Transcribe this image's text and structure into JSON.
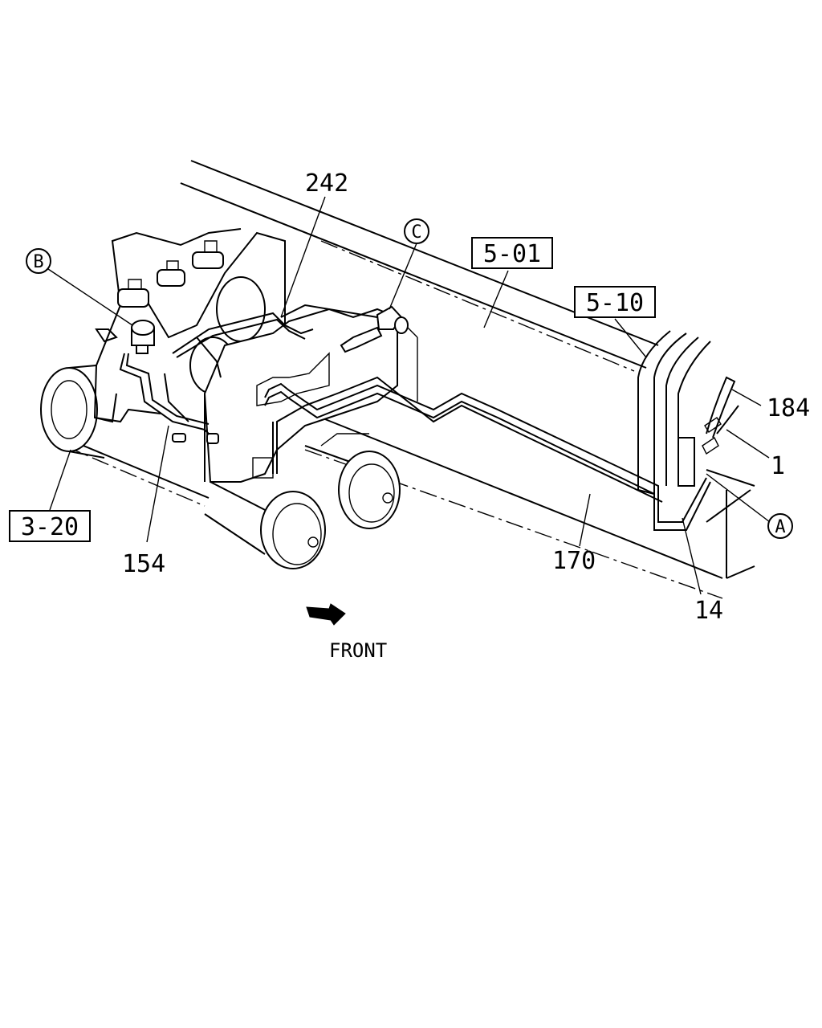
{
  "callouts": {
    "p242": "242",
    "p184": "184",
    "p1": "1",
    "p154": "154",
    "p170": "170",
    "p14": "14"
  },
  "circled_refs": {
    "a": "A",
    "b": "B",
    "c": "C"
  },
  "section_refs": {
    "s501": "5-01",
    "s510": "5-10",
    "s320": "3-20"
  },
  "front_label": "FRONT",
  "icons": {
    "front_arrow": "front-direction-arrow-icon"
  }
}
